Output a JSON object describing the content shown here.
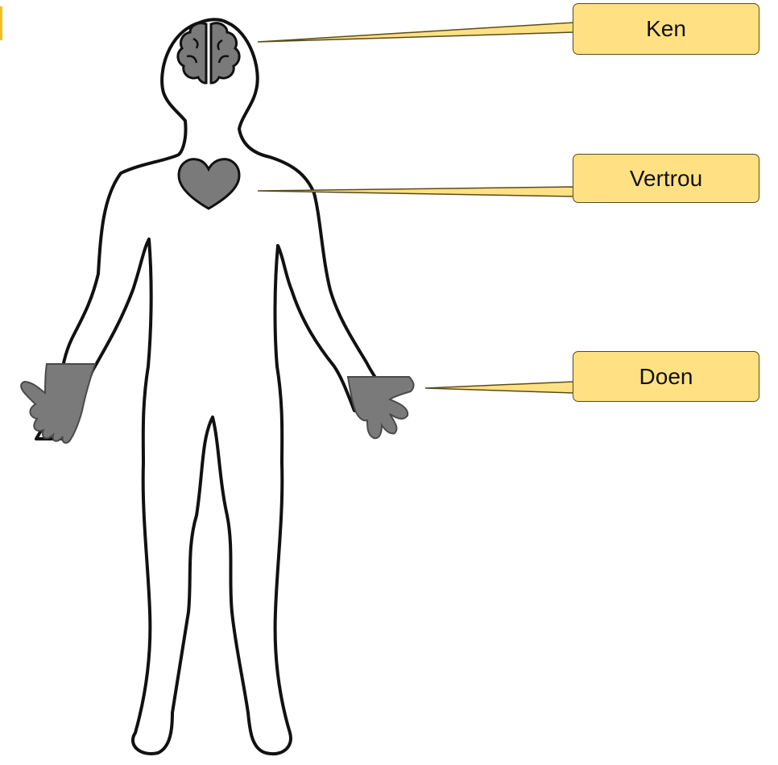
{
  "colors": {
    "callout_fill": "#ffe184",
    "callout_border": "#5a4a1a",
    "organ_fill": "#7a7a7a",
    "outline": "#111111",
    "edge_marker": "#f2c01e"
  },
  "icons": [
    "brain-icon",
    "heart-icon",
    "hand-icon"
  ],
  "labels": {
    "ken": "Ken",
    "vertrou": "Vertrou",
    "doen": "Doen"
  }
}
